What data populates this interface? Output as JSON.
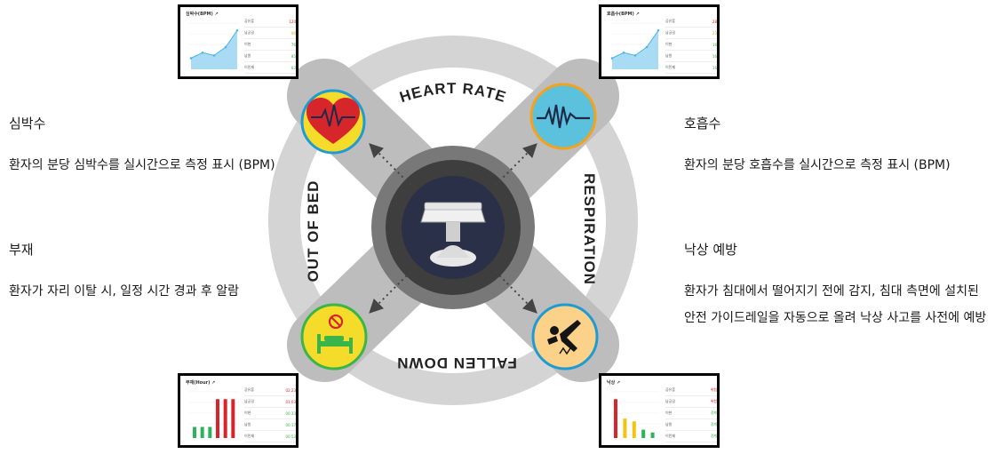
{
  "labels": {
    "heart_rate": "HEART RATE",
    "respiration": "RESPIRATION",
    "out_of_bed": "OUT OF BED",
    "fallen_down": "FALLEN DOWN"
  },
  "left_top": {
    "title": "심박수",
    "desc": "환자의 분당 심박수를 실시간으로 측정 표시 (BPM)"
  },
  "left_bottom": {
    "title": "부재",
    "desc": "환자가 자리 이탈 시, 일정 시간 경과 후 알람"
  },
  "right_top": {
    "title": "호흡수",
    "desc": "환자의 분당 호흡수를 실시간으로 측정 표시 (BPM)"
  },
  "right_bottom": {
    "title": "낙상 예방",
    "desc_line1": "환자가 침대에서 떨어지기 전에 감지,  침대 측면에 설치된",
    "desc_line2": "안전 가이드레일을 자동으로 올려 낙상 사고를 사전에 예방"
  },
  "icons": {
    "heart": "heart-pulse-icon",
    "respiration": "respiration-wave-icon",
    "bed": "empty-bed-icon",
    "fall": "person-falling-icon",
    "device": "sensor-device-icon"
  },
  "colors": {
    "heart_bg": "#f6dc2a",
    "heart_ring": "#1f9bd3",
    "heart": "#d7262b",
    "resp_bg": "#5cc1dd",
    "resp_ring": "#f2a31b",
    "bed_bg": "#f6dc2a",
    "bed_ring": "#3ab54a",
    "fall_bg": "#fcd28a",
    "fall_ring": "#1f9bd3",
    "center": "#2a3048"
  },
  "thumbs": {
    "tl": {
      "title": "심박수(BPM) ↗",
      "rows": [
        {
          "k": "공유훈",
          "v": "120"
        },
        {
          "k": "남궁길",
          "v": "90"
        },
        {
          "k": "이현",
          "v": "76"
        },
        {
          "k": "남원",
          "v": "85"
        },
        {
          "k": "이민제",
          "v": "82"
        }
      ],
      "chart_data": {
        "type": "area",
        "values": [
          2,
          3,
          2.5,
          4,
          7
        ]
      }
    },
    "tr": {
      "title": "호흡수(BPM) ↗",
      "rows": [
        {
          "k": "공유훈",
          "v": "28"
        },
        {
          "k": "남궁길",
          "v": "23"
        },
        {
          "k": "이현",
          "v": "16"
        },
        {
          "k": "남원",
          "v": "16"
        },
        {
          "k": "이민제",
          "v": "16"
        }
      ],
      "chart_data": {
        "type": "area",
        "values": [
          2,
          3,
          2.5,
          4,
          7
        ]
      }
    },
    "bl": {
      "title": "부재(Hour) ↗",
      "rows": [
        {
          "k": "공유훈",
          "v": "02:23"
        },
        {
          "k": "남궁길",
          "v": "01:03"
        },
        {
          "k": "이현",
          "v": "00:33"
        },
        {
          "k": "남원",
          "v": "00:17"
        },
        {
          "k": "이민제",
          "v": "00:53"
        }
      ],
      "chart_data": {
        "type": "bar",
        "values": [
          2,
          2,
          2,
          7,
          7,
          7
        ]
      }
    },
    "br": {
      "title": "낙상 ↗",
      "rows": [
        {
          "k": "공유훈",
          "v": "위험"
        },
        {
          "k": "남궁길",
          "v": "위험"
        },
        {
          "k": "이현",
          "v": "경계"
        },
        {
          "k": "남원",
          "v": "경계"
        },
        {
          "k": "이민제",
          "v": "경계"
        }
      ],
      "chart_data": {
        "type": "bar",
        "values": [
          7,
          3.5,
          3,
          1.5,
          1
        ]
      }
    }
  }
}
